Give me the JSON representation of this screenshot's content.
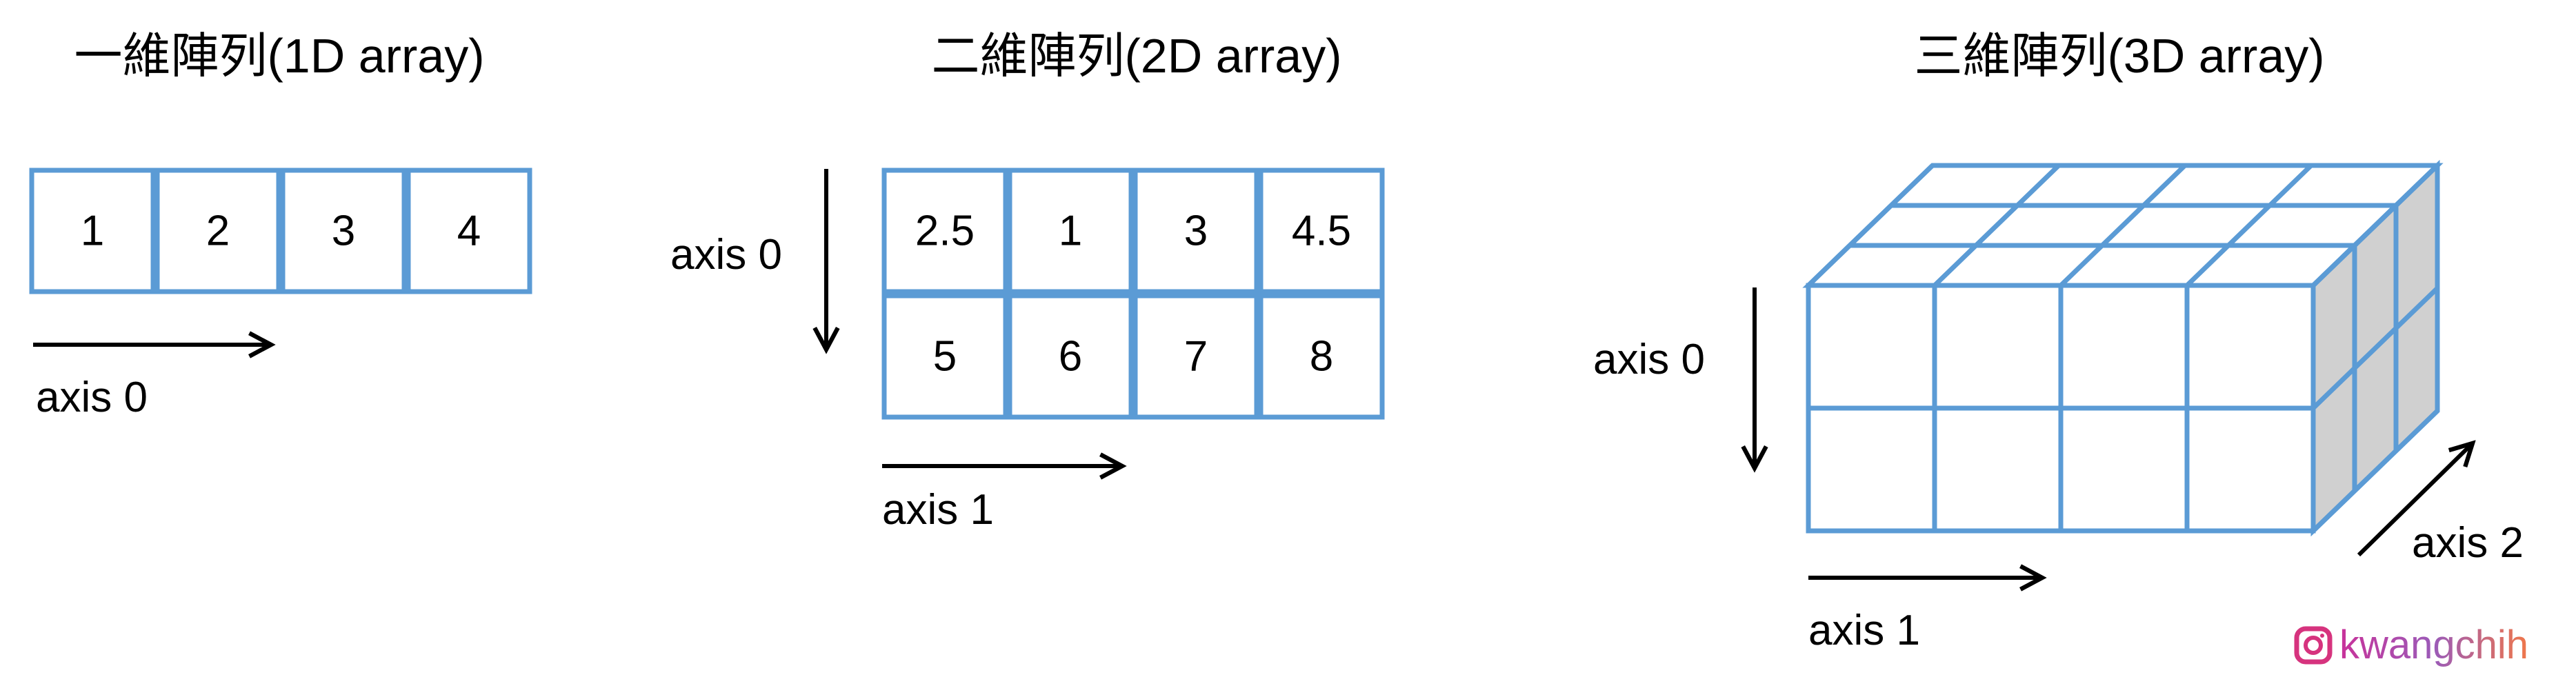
{
  "titles": {
    "one_d": "一維陣列(1D array)",
    "two_d": "二維陣列(2D array)",
    "three_d": "三維陣列(3D array)"
  },
  "one_d": {
    "values": [
      "1",
      "2",
      "3",
      "4"
    ],
    "axis_label": "axis 0"
  },
  "two_d": {
    "values": [
      [
        "2.5",
        "1",
        "3",
        "4.5"
      ],
      [
        "5",
        "6",
        "7",
        "8"
      ]
    ],
    "axis0_label": "axis 0",
    "axis1_label": "axis 1"
  },
  "three_d": {
    "shape": [
      2,
      4,
      3
    ],
    "axis0_label": "axis 0",
    "axis1_label": "axis 1",
    "axis2_label": "axis 2"
  },
  "watermark": {
    "icon": "instagram-icon",
    "handle": "kwangchih"
  },
  "colors": {
    "cell_border": "#5b9bd5",
    "side_face": "#d0d0d0",
    "ig_start": "#d6337e",
    "ig_end": "#f0774a"
  }
}
